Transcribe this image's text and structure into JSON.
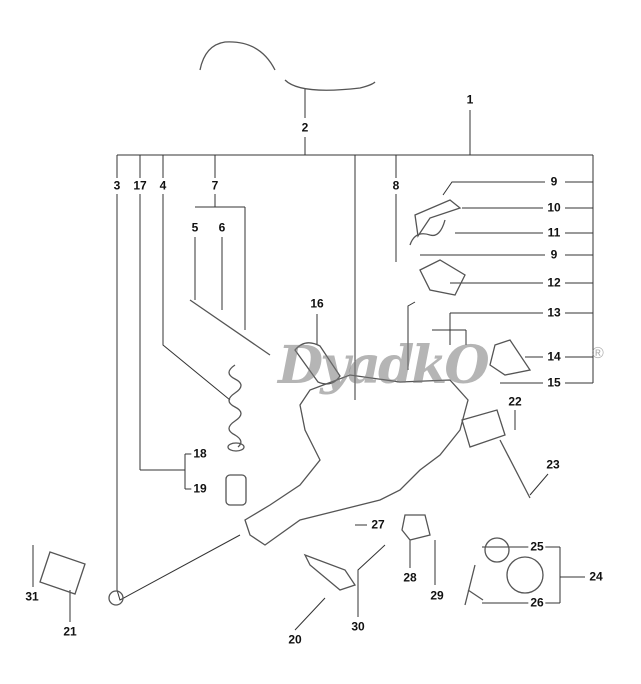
{
  "diagram": {
    "watermark": "DyadkO",
    "registered_mark": "®",
    "line_color": "#333333",
    "part_color": "#555555",
    "labels": {
      "p1": "1",
      "p2": "2",
      "p3": "3",
      "p17": "17",
      "p4": "4",
      "p7": "7",
      "p5": "5",
      "p6": "6",
      "p8": "8",
      "p9a": "9",
      "p10": "10",
      "p11": "11",
      "p9b": "9",
      "p12": "12",
      "p13": "13",
      "p14": "14",
      "p15": "15",
      "p16": "16",
      "p18": "18",
      "p19": "19",
      "p22": "22",
      "p23": "23",
      "p24": "24",
      "p25": "25",
      "p26": "26",
      "p27": "27",
      "p28": "28",
      "p29": "29",
      "p30": "30",
      "p20": "20",
      "p21": "21",
      "p31": "31"
    }
  }
}
